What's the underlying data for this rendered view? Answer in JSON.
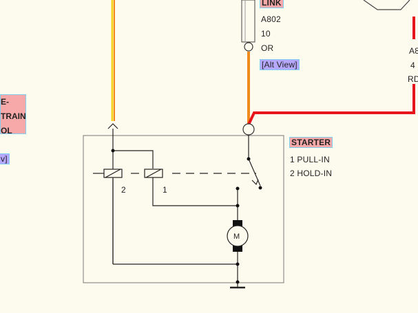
{
  "left_block": {
    "lines": [
      "E-",
      "TRAIN",
      "OL"
    ]
  },
  "left_link": "v]",
  "connector": {
    "title": "LINK",
    "code": "A802",
    "pin": "10",
    "wire_color": "OR",
    "alt_view": "[Alt View]"
  },
  "right_connector": {
    "code": "A8",
    "pin": "4",
    "wire_color": "RD"
  },
  "starter": {
    "title": "STARTER",
    "legend": [
      "1 PULL-IN",
      "2 HOLD-IN"
    ],
    "coil_labels": [
      "2",
      "1"
    ],
    "motor_label": "M"
  },
  "colors": {
    "background": "#fdfbee",
    "orange_wire": "#f08a1c",
    "red_wire": "#e8141c",
    "yellow_wire": "#f5d21a",
    "highlight_red": "#f7a8a8",
    "highlight_blue": "#b7a8ff"
  }
}
